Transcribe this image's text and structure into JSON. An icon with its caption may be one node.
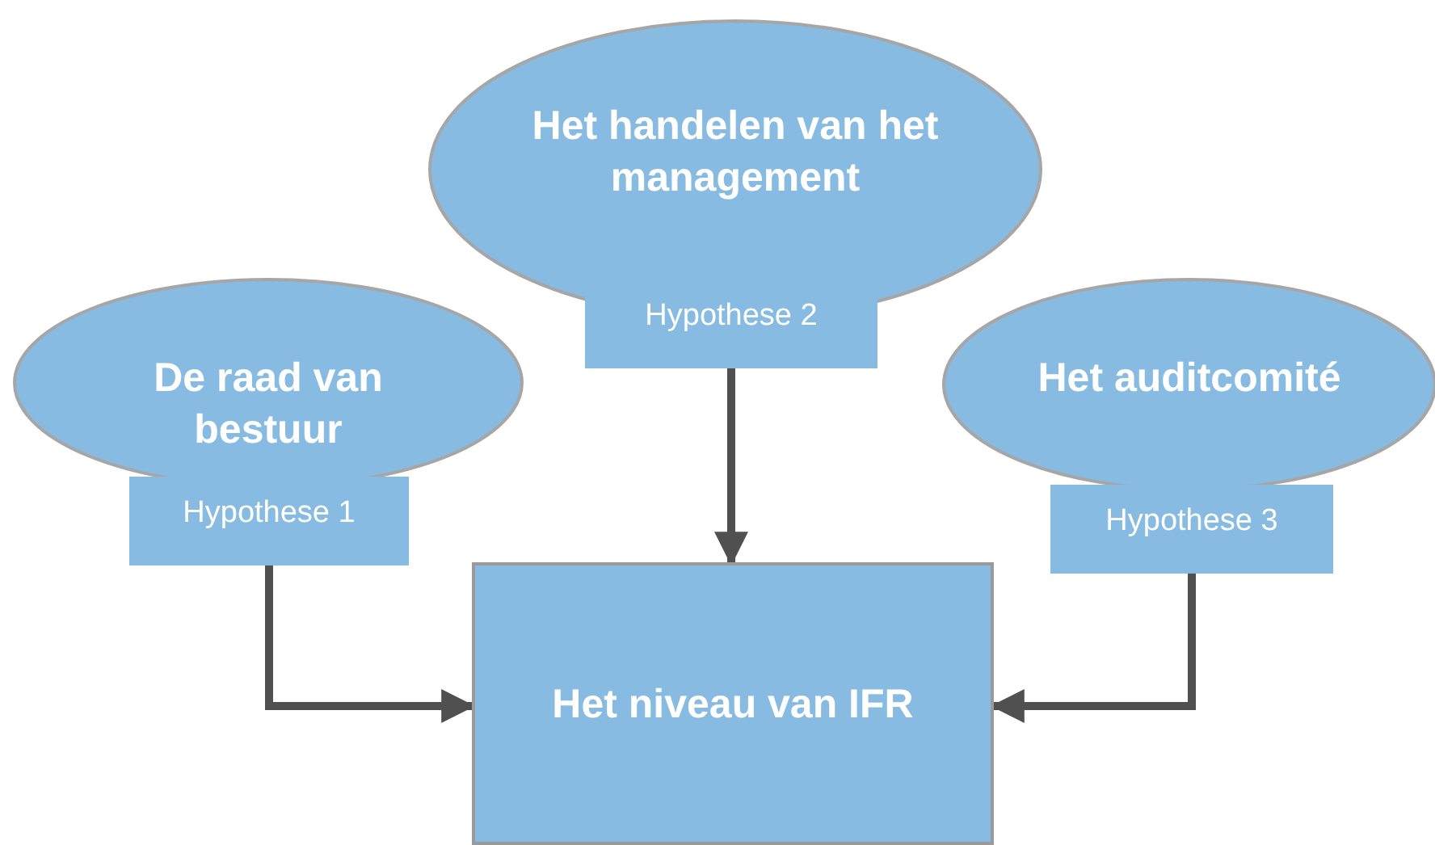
{
  "diagram": {
    "nodes": [
      {
        "text": [
          "Het handelen van het management",
          "Hypothese 2"
        ]
      },
      {
        "text": [
          "De raad van bestuur",
          "Hypothese 1"
        ]
      },
      {
        "text": [
          "Het auditcomité",
          "Hypothese 3"
        ]
      },
      {
        "text": [
          "Het niveau van IFR"
        ]
      }
    ],
    "edges": [
      {
        "from": 0,
        "to": 3,
        "arrow": "to"
      },
      {
        "from": 1,
        "to": 3,
        "arrow": "to"
      },
      {
        "from": 2,
        "to": 3,
        "arrow": "to"
      }
    ]
  }
}
